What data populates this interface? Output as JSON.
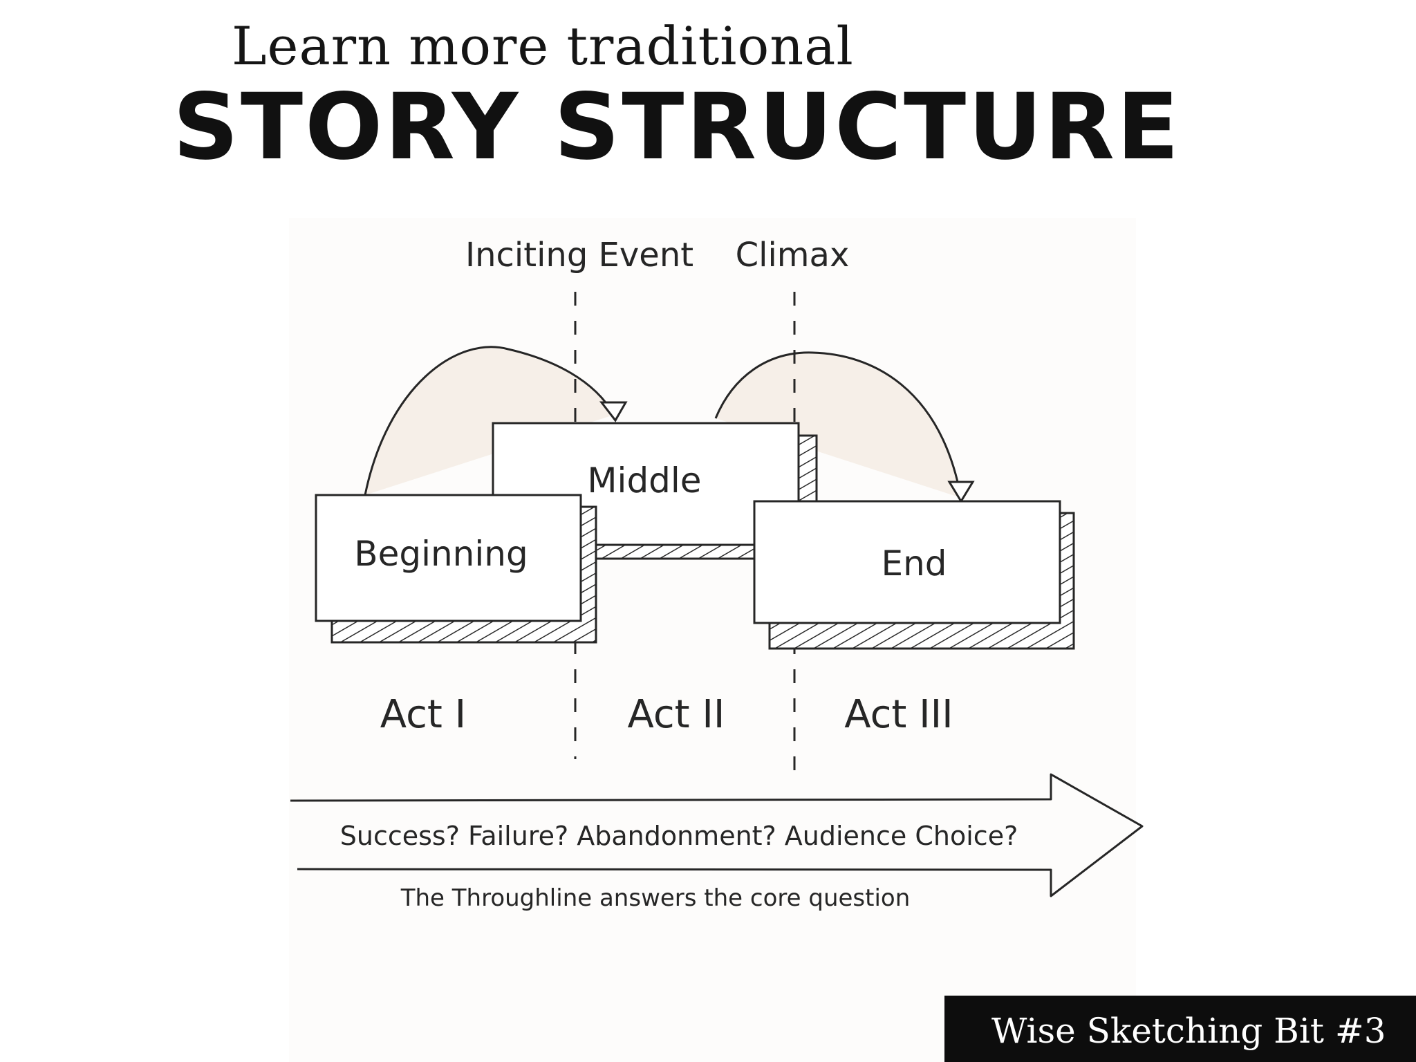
{
  "header": {
    "subtitle": "Learn more traditional",
    "title": "STORY STRUCTURE"
  },
  "diagram": {
    "turning_points": {
      "inciting_event": "Inciting Event",
      "climax": "Climax"
    },
    "boxes": {
      "beginning": "Beginning",
      "middle": "Middle",
      "end": "End"
    },
    "acts": {
      "act1": "Act I",
      "act2": "Act II",
      "act3": "Act III"
    },
    "throughline": {
      "question": "Success? Failure? Abandonment? Audience Choice?",
      "caption": "The Throughline answers the core question"
    }
  },
  "footer": {
    "badge": "Wise Sketching Bit #3"
  },
  "colors": {
    "ink": "#262626",
    "arc_fill": "#f6efe8",
    "badge_bg": "#0d0d0d",
    "badge_text": "#ffffff"
  }
}
